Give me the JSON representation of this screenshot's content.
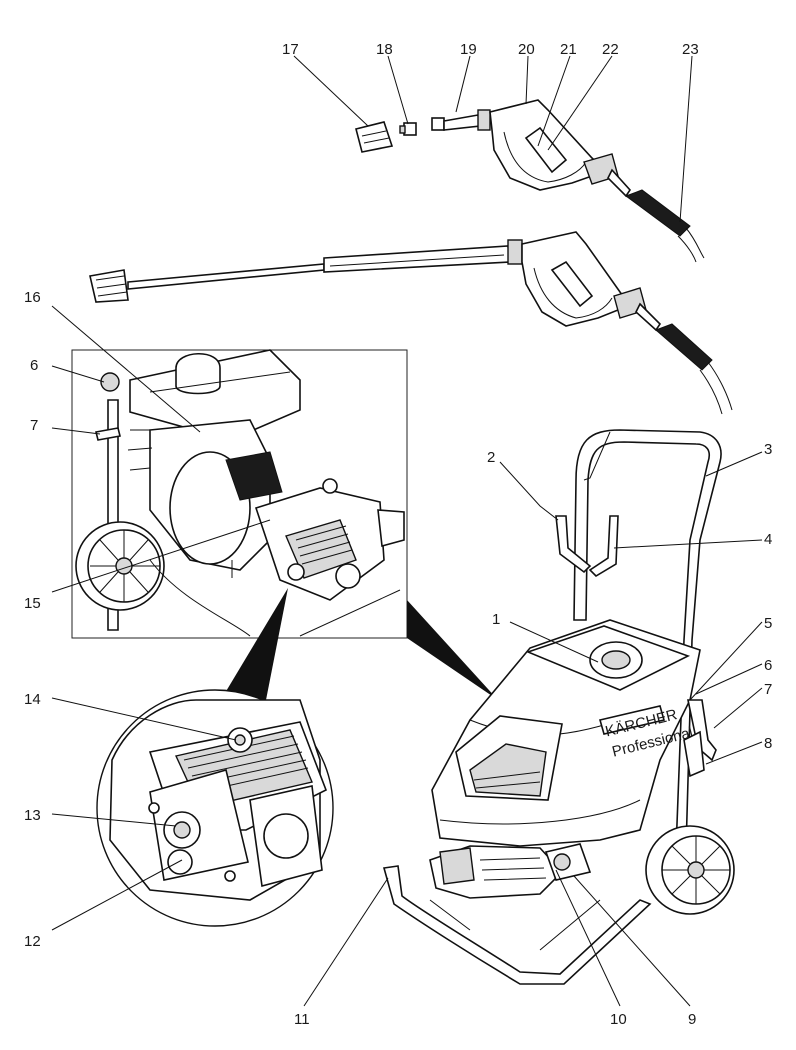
{
  "callouts": [
    "1",
    "2",
    "3",
    "4",
    "5",
    "6",
    "7",
    "8",
    "9",
    "10",
    "11",
    "12",
    "13",
    "14",
    "15",
    "16",
    "6",
    "7",
    "17",
    "18",
    "19",
    "20",
    "21",
    "22",
    "23"
  ],
  "brand_text": "KÄRCHER",
  "badge_text": "Professional"
}
